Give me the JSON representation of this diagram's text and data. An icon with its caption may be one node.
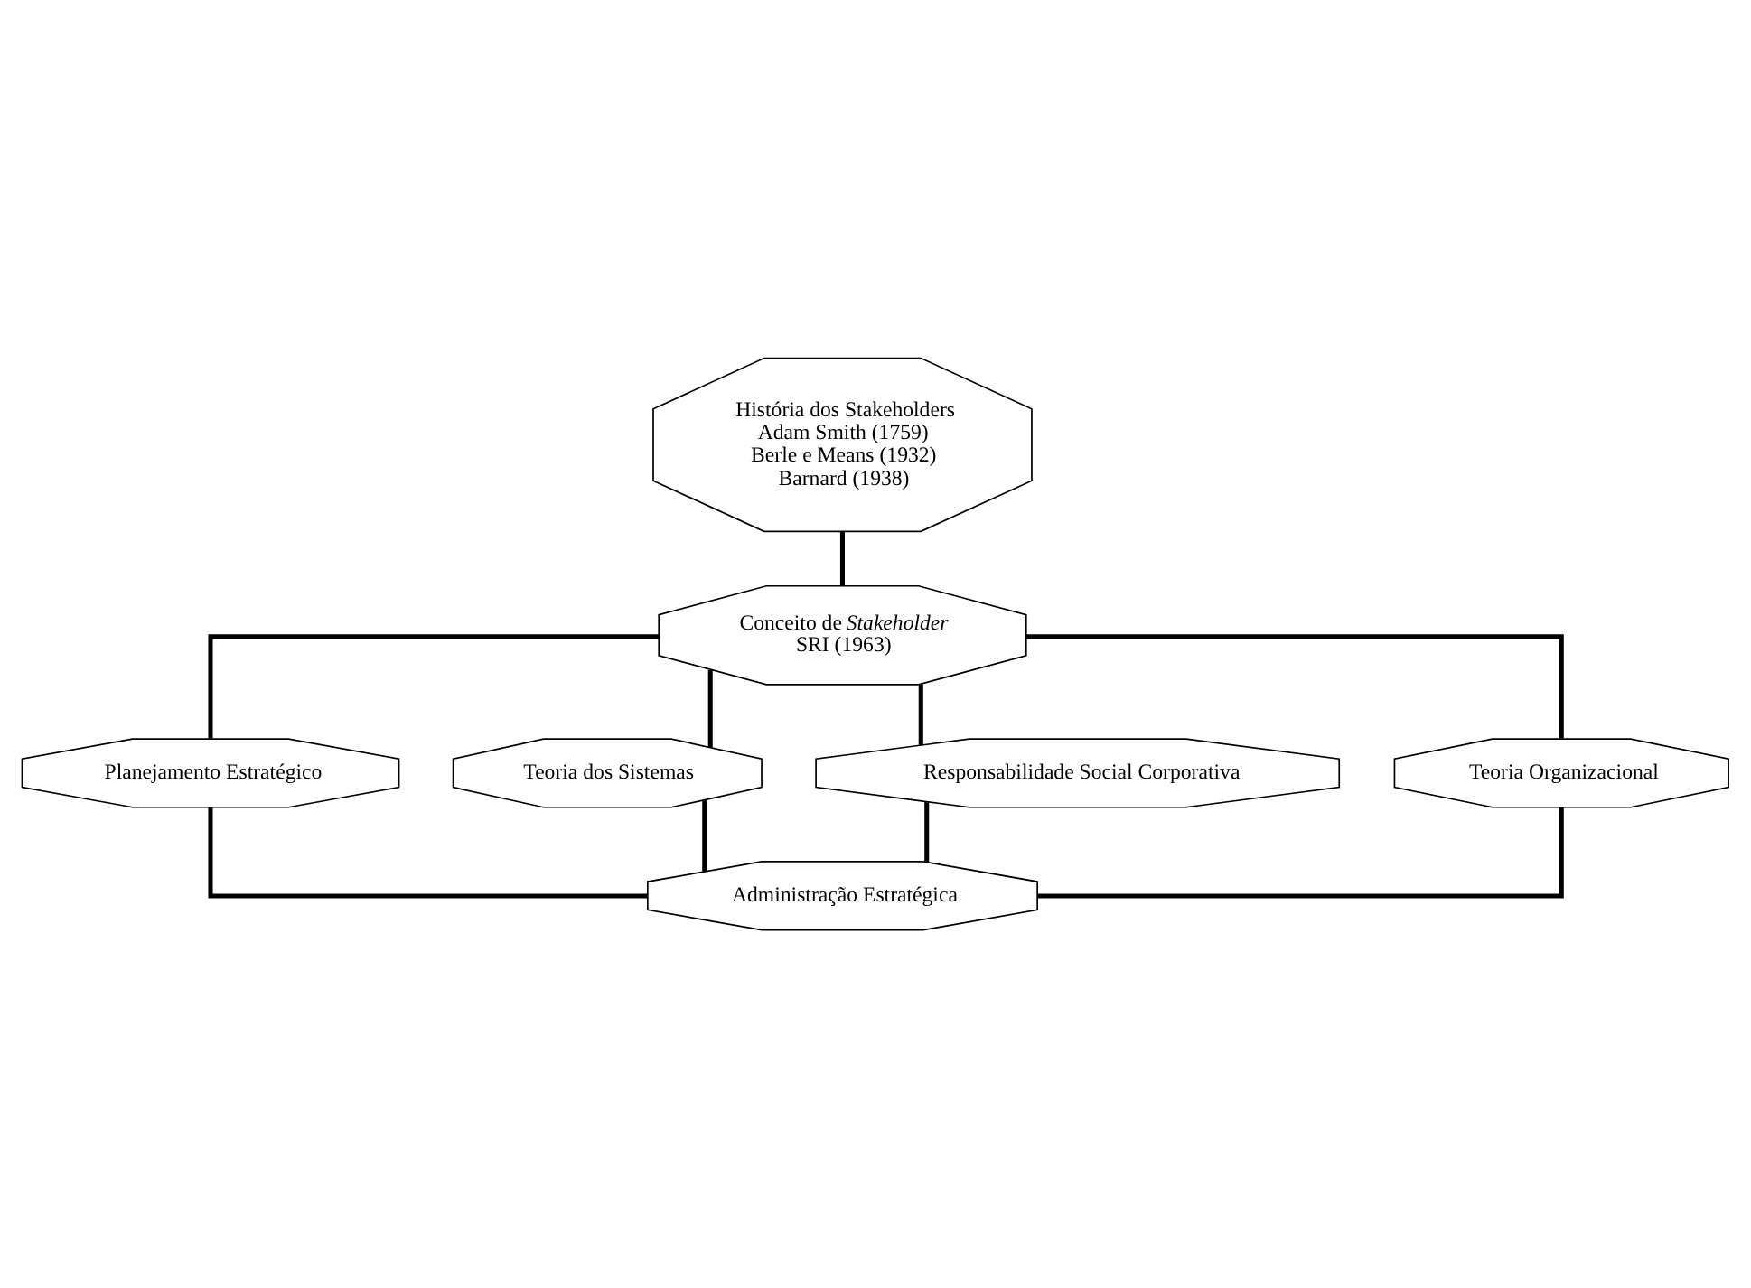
{
  "diagram": {
    "nodes": [
      {
        "text": [
          "História dos Stakeholders",
          "Adam Smith (1759)",
          "Berle e Means (1932)",
          "Barnard (1938)"
        ]
      },
      {
        "text": [
          "Conceito de *Stakeholder*",
          "SRI (1963)"
        ]
      },
      {
        "text": [
          "Planejamento Estratégico"
        ]
      },
      {
        "text": [
          "Teoria dos Sistemas"
        ]
      },
      {
        "text": [
          "Responsabilidade Social Corporativa"
        ]
      },
      {
        "text": [
          "Teoria Organizacional"
        ]
      },
      {
        "text": [
          "Administração Estratégica"
        ]
      }
    ],
    "edges": [
      {
        "from": 0,
        "to": 1,
        "arrow": "none"
      },
      {
        "from": 1,
        "to": 2,
        "arrow": "none"
      },
      {
        "from": 1,
        "to": 3,
        "arrow": "none"
      },
      {
        "from": 1,
        "to": 4,
        "arrow": "none"
      },
      {
        "from": 1,
        "to": 5,
        "arrow": "none"
      },
      {
        "from": 2,
        "to": 6,
        "arrow": "none"
      },
      {
        "from": 3,
        "to": 6,
        "arrow": "none"
      },
      {
        "from": 4,
        "to": 6,
        "arrow": "none"
      },
      {
        "from": 5,
        "to": 6,
        "arrow": "none"
      }
    ]
  }
}
